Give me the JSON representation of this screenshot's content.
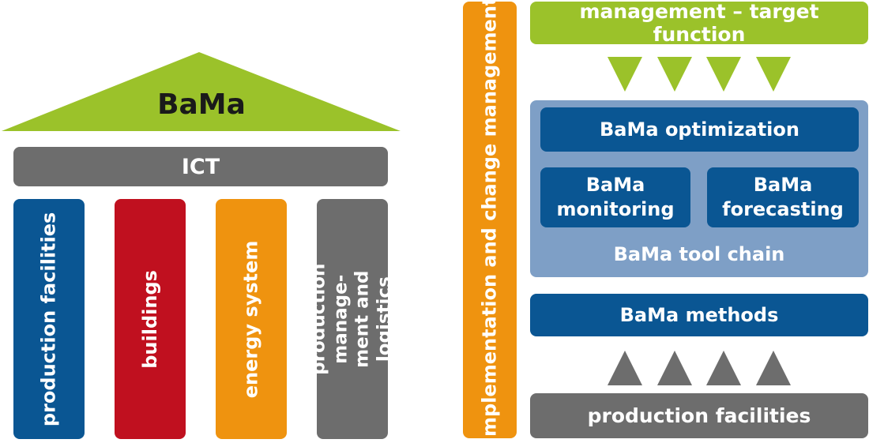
{
  "colors": {
    "green": "#9bc22a",
    "gray": "#6d6d6d",
    "blue": "#0a5693",
    "red": "#c0101f",
    "orange": "#ef930f",
    "light_blue": "#7e9fc6",
    "dark_text": "#1a1a1a"
  },
  "temple": {
    "roof_label": "BaMa",
    "beam_label": "ICT",
    "pillars": [
      "production facilities",
      "buildings",
      "energy system",
      "production manage-\nment and logistics"
    ]
  },
  "side_bar": {
    "label": "implementation and change management"
  },
  "stack": {
    "top_bar": "management – target function",
    "tool_chain": {
      "optimization": "BaMa optimization",
      "monitoring": "BaMa\nmonitoring",
      "forecasting": "BaMa\nforecasting",
      "label": "BaMa tool chain"
    },
    "methods": "BaMa methods",
    "bottom_bar": "production facilities"
  }
}
